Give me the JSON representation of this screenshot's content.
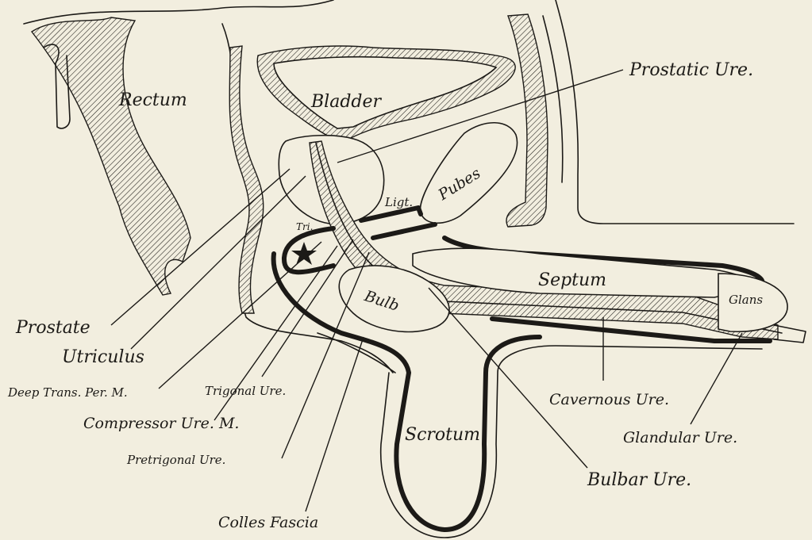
{
  "labels": {
    "rectum": "Rectum",
    "bladder": "Bladder",
    "prostatic_ure": "Prostatic Ure.",
    "pubes": "Pubes",
    "ligt": "Ligt.",
    "tri": "Tri.",
    "septum": "Septum",
    "glans": "Glans",
    "bulb": "Bulb",
    "scrotum": "Scrotum",
    "prostate": "Prostate",
    "utriculus": "Utriculus",
    "deep_trans_per_m": "Deep Trans. Per. M.",
    "trigonal_ure": "Trigonal Ure.",
    "compressor_ure_m": "Compressor Ure. M.",
    "pretrigonal_ure": "Pretrigonal Ure.",
    "colles_fascia": "Colles Fascia",
    "cavernous_ure": "Cavernous Ure.",
    "glandular_ure": "Glandular Ure.",
    "bulbar_ure": "Bulbar Ure."
  },
  "colors": {
    "paper": "#f2eedf",
    "ink": "#1c1a17"
  }
}
